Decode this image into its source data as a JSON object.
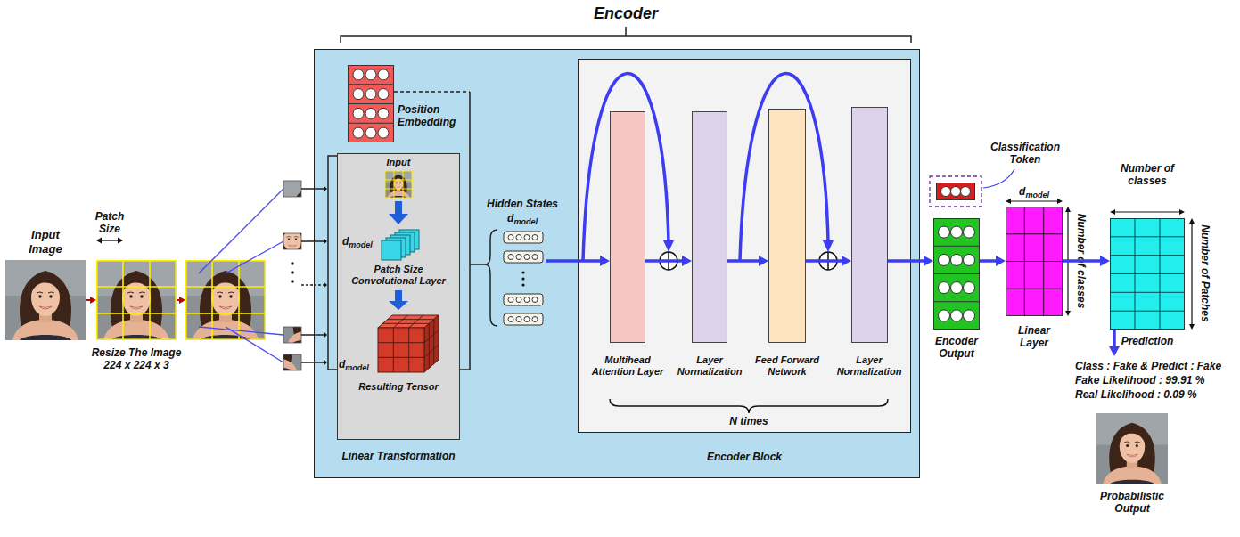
{
  "diagram": {
    "nodes": [
      {
        "text": [
          "Input Image"
        ]
      },
      {
        "text": [
          "Resize The Image 224 x 224 x 3"
        ]
      },
      {
        "text": [
          "Encoder"
        ]
      },
      {
        "text": [
          "Position Embedding"
        ],
        "in": 2
      },
      {
        "text": [
          "Input",
          "Patch Size Convolutional Layer",
          "Resulting Tensor",
          "Linear Transformation"
        ],
        "in": 2
      },
      {
        "text": [
          "Hidden States",
          "dmodel"
        ],
        "in": 2
      },
      {
        "text": [
          "Encoder Block"
        ],
        "in": 2
      },
      {
        "text": [
          "Multihead Attention Layer"
        ],
        "in": 6
      },
      {
        "text": [
          "Layer Normalization"
        ],
        "in": 6
      },
      {
        "text": [
          "Feed Forward Network"
        ],
        "in": 6
      },
      {
        "text": [
          "Layer Normalization"
        ],
        "in": 6
      },
      {
        "text": [
          "Classification Token"
        ]
      },
      {
        "text": [
          "Encoder Output"
        ]
      },
      {
        "text": [
          "Linear Layer"
        ]
      },
      {
        "text": [
          "Prediction"
        ]
      },
      {
        "text": [
          "Class : Fake & Predict : Fake",
          "Fake Likelihood : 99.91 %",
          "Real Likelihood : 0.09 %",
          "Probabilistic Output"
        ]
      }
    ],
    "edges": [
      {
        "from": 0,
        "to": 1,
        "arrow": "to"
      },
      {
        "from": 5,
        "to": 7,
        "arrow": "to"
      },
      {
        "from": 7,
        "to": 8,
        "arrow": "to"
      },
      {
        "from": 8,
        "to": 9,
        "arrow": "to"
      },
      {
        "from": 9,
        "to": 10,
        "arrow": "to"
      },
      {
        "from": 10,
        "to": 12,
        "arrow": "to"
      },
      {
        "from": 12,
        "to": 13,
        "arrow": "to"
      },
      {
        "from": 13,
        "to": 14,
        "arrow": "to"
      },
      {
        "from": 14,
        "to": 15,
        "arrow": "to"
      }
    ],
    "labels": [
      "Patch Size",
      "dmodel",
      "dmodel",
      "N times",
      "dmodel",
      "Number of classes",
      "Number of classes",
      "Number of Patches"
    ]
  }
}
